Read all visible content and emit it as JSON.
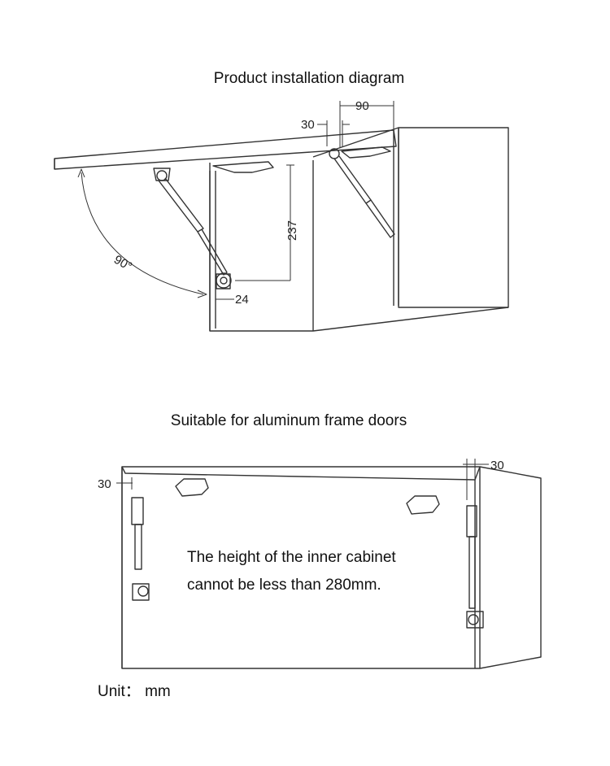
{
  "titles": {
    "installation": "Product installation diagram",
    "suitable": "Suitable for aluminum frame doors"
  },
  "dimensions": {
    "hinge_spacing": "90",
    "offset_top": "30",
    "strut_height": "237",
    "strut_offset": "24",
    "opening_angle": "90°",
    "left_offset": "30",
    "right_offset": "30"
  },
  "note": {
    "line1": "The height of the inner cabinet",
    "line2": "cannot be less than 280mm."
  },
  "unit_label": "Unit： mm"
}
